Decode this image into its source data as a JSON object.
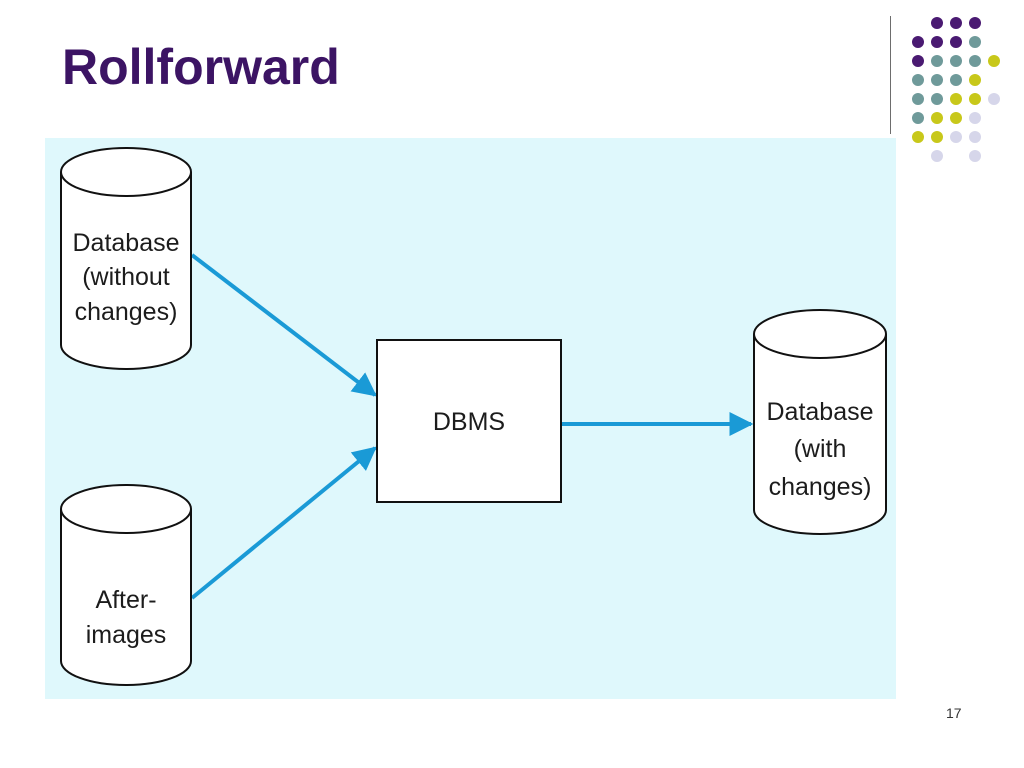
{
  "slide": {
    "title": "Rollforward",
    "page_number": "17"
  },
  "diagram": {
    "input_db": [
      "Database",
      "(without",
      "changes)"
    ],
    "after_images": [
      "After-",
      "images"
    ],
    "dbms": "DBMS",
    "output_db": [
      "Database",
      "(with",
      "changes)"
    ]
  },
  "colors": {
    "title": "#3c1464",
    "panel_background": "#dff8fc",
    "arrow": "#1a9ad6",
    "dot_purple": "#4a1a72",
    "dot_teal": "#6f9a9a",
    "dot_yellow": "#c8c81a",
    "dot_lavender": "#d6d6ea"
  }
}
